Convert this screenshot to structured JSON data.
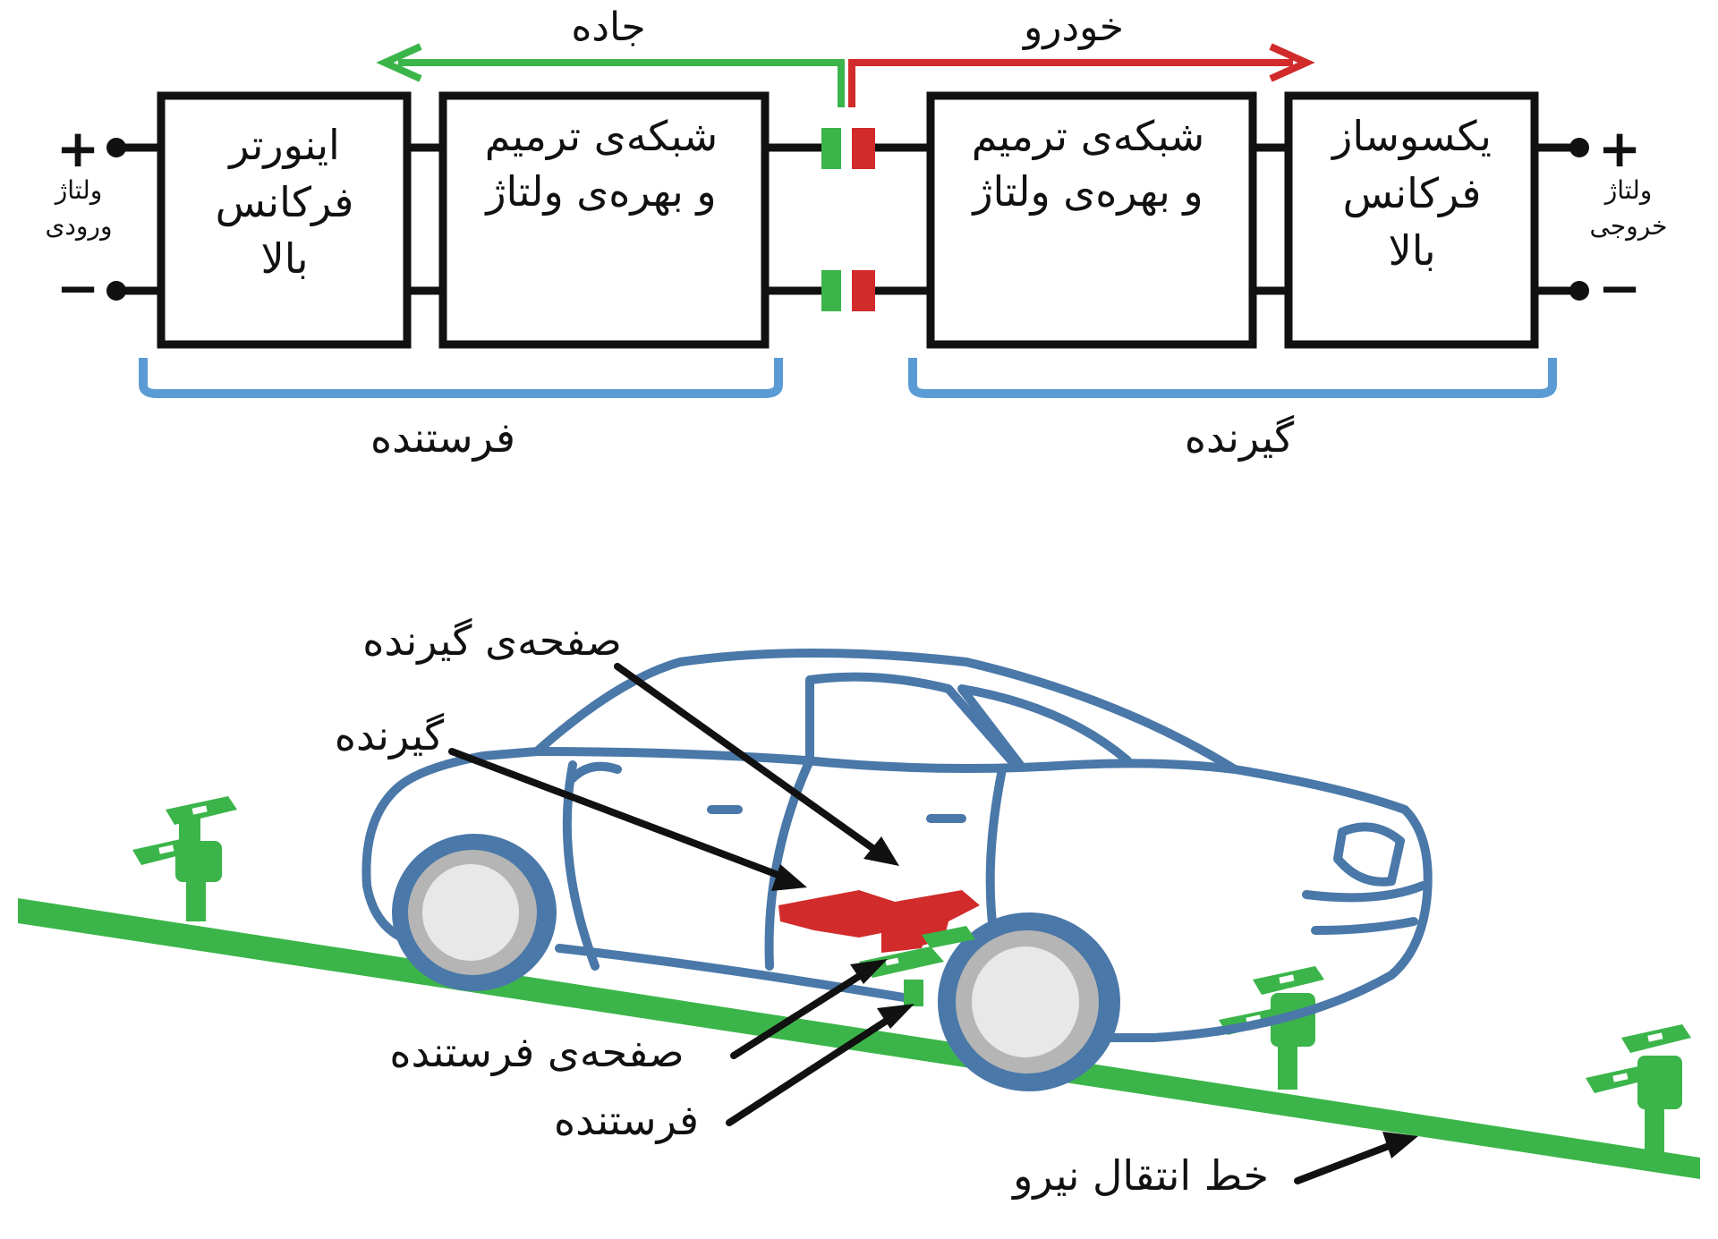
{
  "top_block": {
    "arrow_road_label": "جاده",
    "arrow_vehicle_label": "خودرو",
    "input_voltage": [
      "ولتاژ",
      "ورودی"
    ],
    "output_voltage": [
      "ولتاژ",
      "خروجی"
    ],
    "plus_sign": "+",
    "minus_sign": "−",
    "blocks": [
      {
        "lines": [
          "اینورتر",
          "فرکانس",
          "بالا"
        ]
      },
      {
        "lines": [
          "شبکه‌ی ترمیم",
          "و بهره‌ی ولتاژ"
        ]
      },
      {
        "lines": [
          "شبکه‌ی ترمیم",
          "و بهره‌ی ولتاژ"
        ]
      },
      {
        "lines": [
          "یکسوساز",
          "فرکانس",
          "بالا"
        ]
      }
    ],
    "sender_label": "فرستنده",
    "receiver_label": "گیرنده"
  },
  "car_block": {
    "receiver_plate_label": "صفحه‌ی گیرنده",
    "receiver_label": "گیرنده",
    "transmitter_plate_label": "صفحه‌ی فرستنده",
    "transmitter_label": "فرستنده",
    "power_line_label": "خط انتقال نیرو"
  },
  "colors": {
    "road_green": "#3bb54a",
    "vehicle_red": "#d12b2b",
    "bracket_blue": "#5b9bd5",
    "car_outline": "#4a78a8",
    "wheel_gray": "#b5b5b5"
  }
}
